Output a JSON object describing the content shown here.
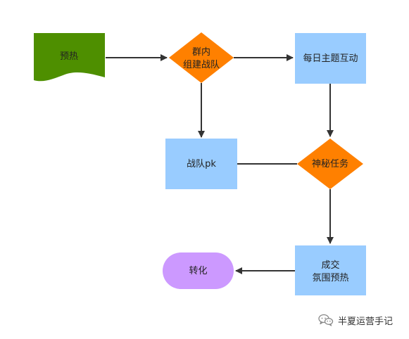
{
  "nodes": {
    "warmup": {
      "label": "预热",
      "color": "#4e8f00"
    },
    "form_team": {
      "line1": "群内",
      "line2": "组建战队",
      "color": "#ff8000"
    },
    "daily_topic": {
      "label": "每日主题互动",
      "color": "#99ccff"
    },
    "team_pk": {
      "label": "战队pk",
      "color": "#99ccff"
    },
    "mystery_task": {
      "label": "神秘任务",
      "color": "#ff8000"
    },
    "deal": {
      "line1": "成交",
      "line2": "氛围预热",
      "color": "#99ccff"
    },
    "convert": {
      "label": "转化",
      "color": "#cc99ff"
    }
  },
  "watermark": {
    "text": "半夏运营手记",
    "icon": "wechat-icon"
  },
  "colors": {
    "arrow": "#333333"
  }
}
